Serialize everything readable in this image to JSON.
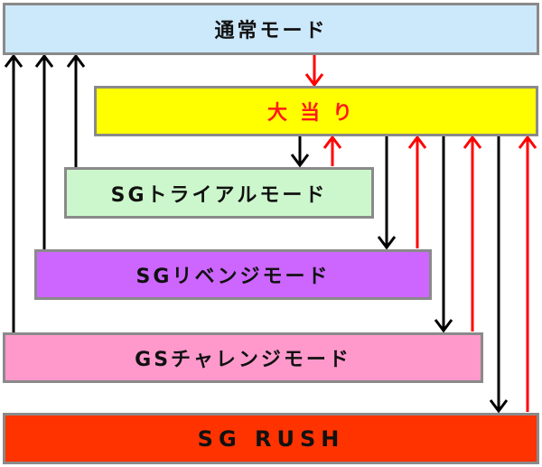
{
  "diagram": {
    "title": "Mode transition flow",
    "nodes": [
      {
        "id": "normal",
        "label": "通常モード",
        "color": "#cce8fb"
      },
      {
        "id": "hit",
        "label": "大当り",
        "color": "#ffff00",
        "text_color": "#ff1a1a"
      },
      {
        "id": "trial",
        "label": "SGトライアルモード",
        "color": "#ccf7cc"
      },
      {
        "id": "revenge",
        "label": "SGリベンジモード",
        "color": "#cc66ff"
      },
      {
        "id": "challenge",
        "label": "GSチャレンジモード",
        "color": "#ff99cc"
      },
      {
        "id": "rush",
        "label": "SG RUSH",
        "color": "#ff3300"
      }
    ],
    "edges": [
      {
        "from": "normal",
        "to": "hit",
        "color": "red"
      },
      {
        "from": "hit",
        "to": "trial",
        "color": "black"
      },
      {
        "from": "trial",
        "to": "hit",
        "color": "red"
      },
      {
        "from": "hit",
        "to": "revenge",
        "color": "black"
      },
      {
        "from": "revenge",
        "to": "hit",
        "color": "red"
      },
      {
        "from": "hit",
        "to": "challenge",
        "color": "black"
      },
      {
        "from": "challenge",
        "to": "hit",
        "color": "red"
      },
      {
        "from": "hit",
        "to": "rush",
        "color": "black"
      },
      {
        "from": "rush",
        "to": "hit",
        "color": "red"
      },
      {
        "from": "trial",
        "to": "normal",
        "color": "black"
      },
      {
        "from": "revenge",
        "to": "normal",
        "color": "black"
      },
      {
        "from": "challenge",
        "to": "normal",
        "color": "black"
      }
    ],
    "colors": {
      "black_arrow": "#000000",
      "red_arrow": "#ff0000",
      "border": "#8a8a8a"
    }
  }
}
